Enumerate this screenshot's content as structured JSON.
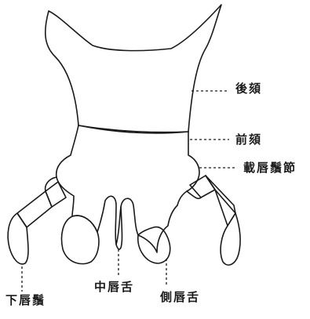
{
  "labels": {
    "postmentum": "後頦",
    "prementum": "前頦",
    "palpiger": "載唇鬚節",
    "labial_palp": "下唇鬚",
    "glossa": "中唇舌",
    "paraglossa": "側唇舌"
  },
  "colors": {
    "ink": "#1a1a1a",
    "background": "#ffffff"
  }
}
